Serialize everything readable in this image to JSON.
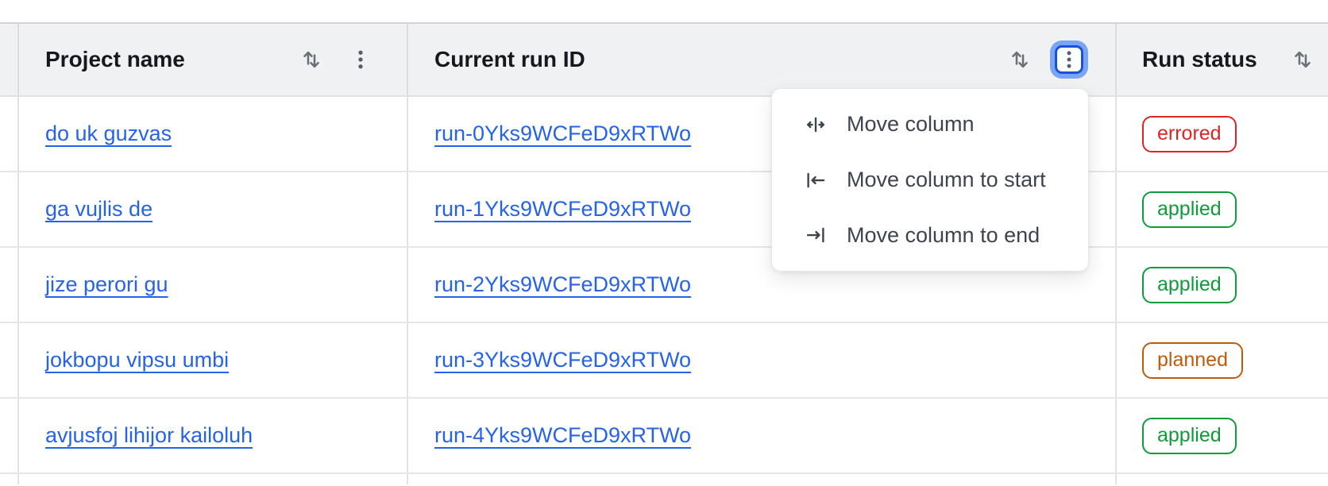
{
  "table": {
    "columns": [
      {
        "label": "Project name",
        "sortable": true,
        "has_menu": true,
        "menu_open": false
      },
      {
        "label": "Current run ID",
        "sortable": true,
        "has_menu": true,
        "menu_open": true
      },
      {
        "label": "Run status",
        "sortable": true,
        "has_menu": false,
        "menu_open": false
      }
    ],
    "rows": [
      {
        "project": "do uk guzvas",
        "run_id": "run-0Yks9WCFeD9xRTWo",
        "status": "errored"
      },
      {
        "project": "ga vujlis de",
        "run_id": "run-1Yks9WCFeD9xRTWo",
        "status": "applied"
      },
      {
        "project": "jize perori gu",
        "run_id": "run-2Yks9WCFeD9xRTWo",
        "status": "applied"
      },
      {
        "project": "jokbopu vipsu umbi",
        "run_id": "run-3Yks9WCFeD9xRTWo",
        "status": "planned"
      },
      {
        "project": "avjusfoj lihijor kailoluh",
        "run_id": "run-4Yks9WCFeD9xRTWo",
        "status": "applied"
      }
    ]
  },
  "column_menu": {
    "items": [
      {
        "icon": "move-column-icon",
        "label": "Move column"
      },
      {
        "icon": "move-column-to-start-icon",
        "label": "Move column to start"
      },
      {
        "icon": "move-column-to-end-icon",
        "label": "Move column to end"
      }
    ]
  },
  "colors": {
    "link": "#2563eb",
    "header_bg": "#f0f1f3",
    "focus_ring_outer": "#7aa4f4",
    "focus_ring_inner": "#1b51d8",
    "status_errored": "#e02424",
    "status_applied": "#109b3a",
    "status_planned": "#bf5b0b"
  }
}
